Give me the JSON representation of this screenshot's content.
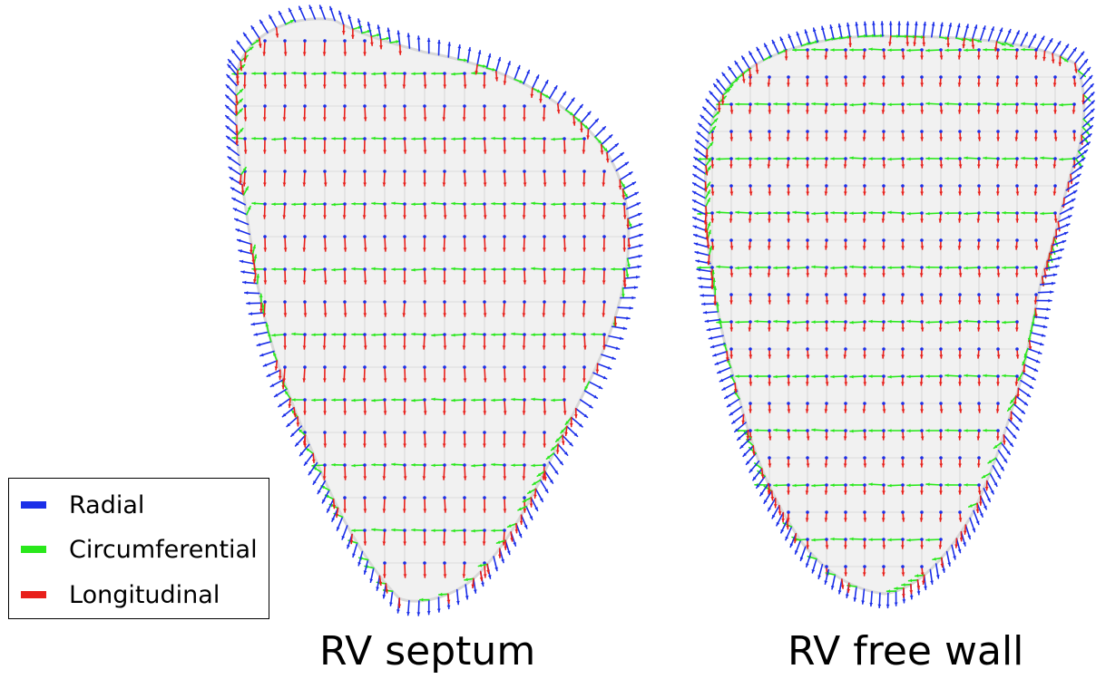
{
  "panels": [
    {
      "caption": "RV septum"
    },
    {
      "caption": "RV free wall"
    }
  ],
  "legend": {
    "items": [
      {
        "label": "Radial",
        "color": "#1b2fe8"
      },
      {
        "label": "Circumferential",
        "color": "#29e81b"
      },
      {
        "label": "Longitudinal",
        "color": "#e8201b"
      }
    ]
  },
  "colors": {
    "mesh_fill": "#f1f1f1",
    "mesh_shade": "#d8d8d8",
    "mesh_edge": "#c4c4c4"
  }
}
